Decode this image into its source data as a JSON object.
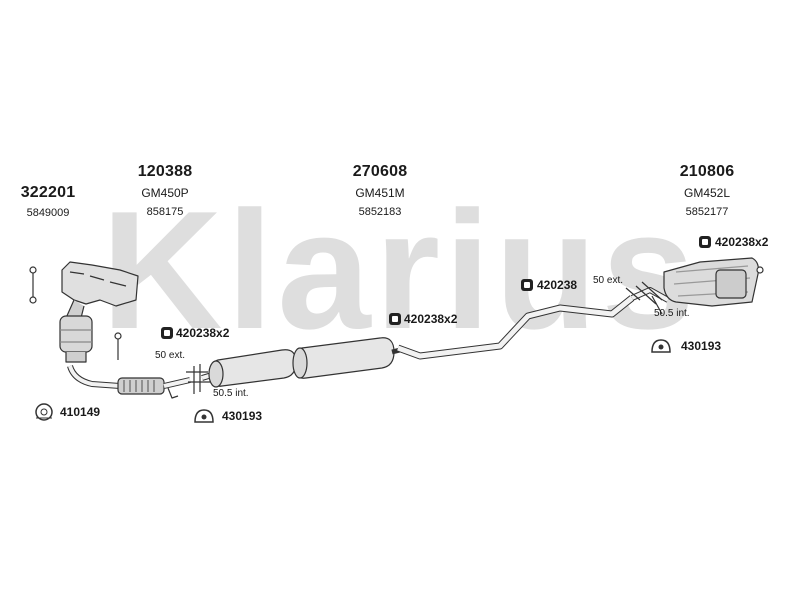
{
  "brand": {
    "watermark_text": "Klarius",
    "watermark_color": "#d9d9d9"
  },
  "parts": [
    {
      "code": "322201",
      "oe": "5849009"
    },
    {
      "code": "120388",
      "model": "GM450P",
      "oe": "858175"
    },
    {
      "code": "270608",
      "model": "GM451M",
      "oe": "5852183"
    },
    {
      "code": "210806",
      "model": "GM452L",
      "oe": "5852177"
    }
  ],
  "fittings": [
    {
      "label": "420238x2",
      "icon": "clamp-icon"
    },
    {
      "label": "420238x2",
      "icon": "clamp-icon"
    },
    {
      "label": "420238",
      "icon": "clamp-icon"
    },
    {
      "label": "420238x2",
      "icon": "clamp-icon"
    },
    {
      "label": "410149",
      "icon": "gasket-ring-icon"
    },
    {
      "label": "430193",
      "icon": "rubber-mount-icon"
    },
    {
      "label": "430193",
      "icon": "rubber-mount-icon"
    }
  ],
  "dimensions": [
    {
      "label": "50 ext."
    },
    {
      "label": "50.5 int."
    },
    {
      "label": "50 ext."
    },
    {
      "label": "50.5 int."
    }
  ],
  "colors": {
    "line": "#333333",
    "part_fill": "#f2f2f2",
    "shade": "#bdbdbd"
  }
}
